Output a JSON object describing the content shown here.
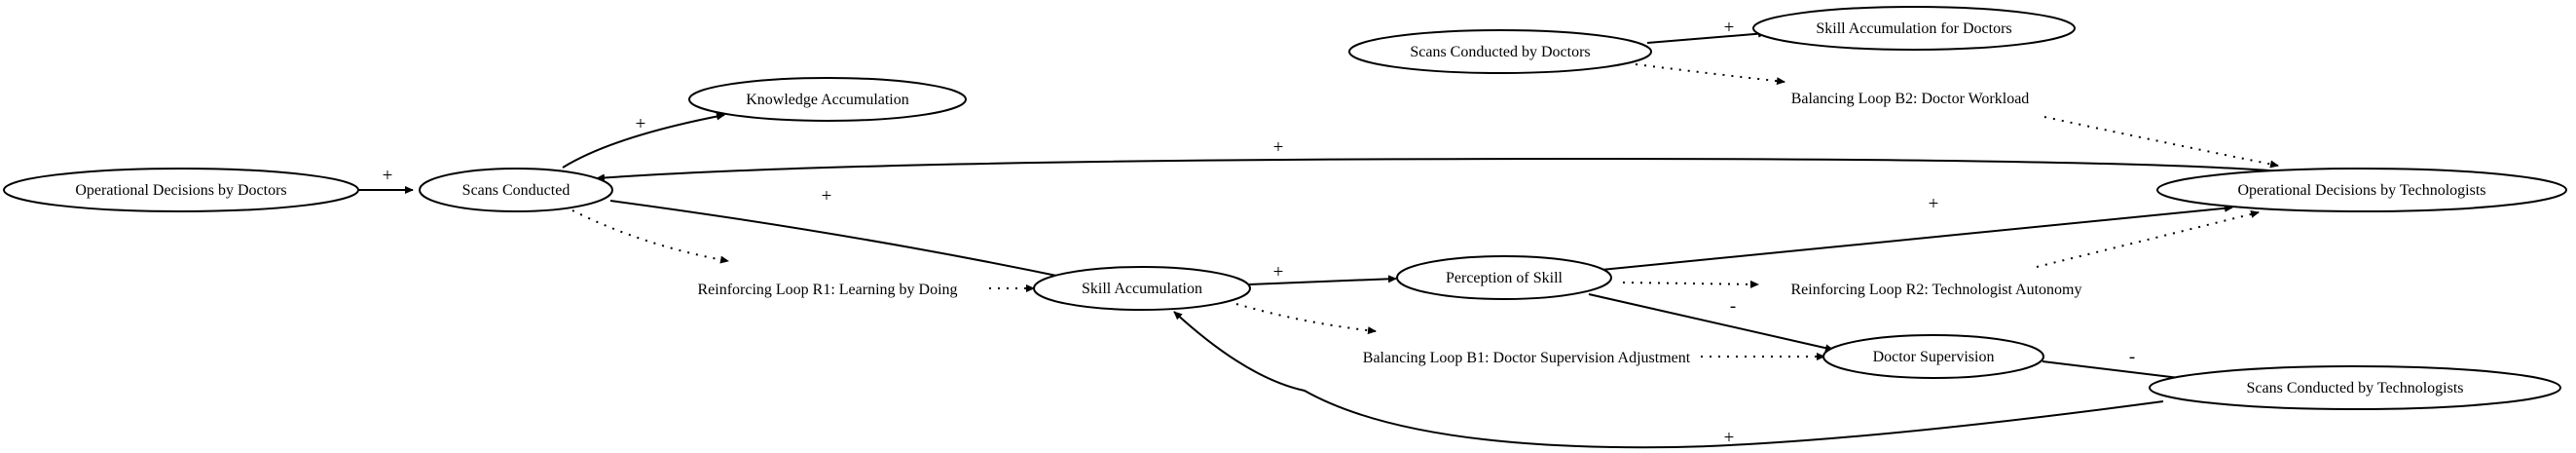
{
  "nodes": {
    "operational_decisions_doctors": "Operational Decisions by Doctors",
    "scans_conducted": "Scans Conducted",
    "knowledge_accumulation": "Knowledge Accumulation",
    "scans_conducted_by_doctors": "Scans Conducted by Doctors",
    "skill_accumulation_for_doctors": "Skill Accumulation for Doctors",
    "skill_accumulation": "Skill Accumulation",
    "perception_of_skill": "Perception of Skill",
    "operational_decisions_technologists": "Operational Decisions by Technologists",
    "doctor_supervision": "Doctor Supervision",
    "scans_conducted_by_technologists": "Scans Conducted by Technologists"
  },
  "loops": {
    "r1": "Reinforcing Loop R1: Learning by Doing",
    "r2": "Reinforcing Loop R2: Technologist Autonomy",
    "b1": "Balancing Loop B1: Doctor Supervision Adjustment",
    "b2": "Balancing Loop B2: Doctor Workload"
  },
  "links": [
    {
      "from": "Operational Decisions by Doctors",
      "to": "Scans Conducted",
      "polarity": "+"
    },
    {
      "from": "Scans Conducted",
      "to": "Knowledge Accumulation",
      "polarity": "+"
    },
    {
      "from": "Scans Conducted",
      "to": "Skill Accumulation",
      "polarity": "+"
    },
    {
      "from": "Scans Conducted by Doctors",
      "to": "Skill Accumulation for Doctors",
      "polarity": "+"
    },
    {
      "from": "Operational Decisions by Technologists",
      "to": "Scans Conducted",
      "polarity": "+"
    },
    {
      "from": "Skill Accumulation",
      "to": "Perception of Skill",
      "polarity": "+"
    },
    {
      "from": "Perception of Skill",
      "to": "Operational Decisions by Technologists",
      "polarity": "+"
    },
    {
      "from": "Perception of Skill",
      "to": "Doctor Supervision",
      "polarity": "-"
    },
    {
      "from": "Doctor Supervision",
      "to": "Scans Conducted by Technologists",
      "polarity": "-"
    },
    {
      "from": "Scans Conducted by Technologists",
      "to": "Skill Accumulation",
      "polarity": "+"
    }
  ],
  "signs": {
    "plus": "+",
    "minus": "-"
  }
}
